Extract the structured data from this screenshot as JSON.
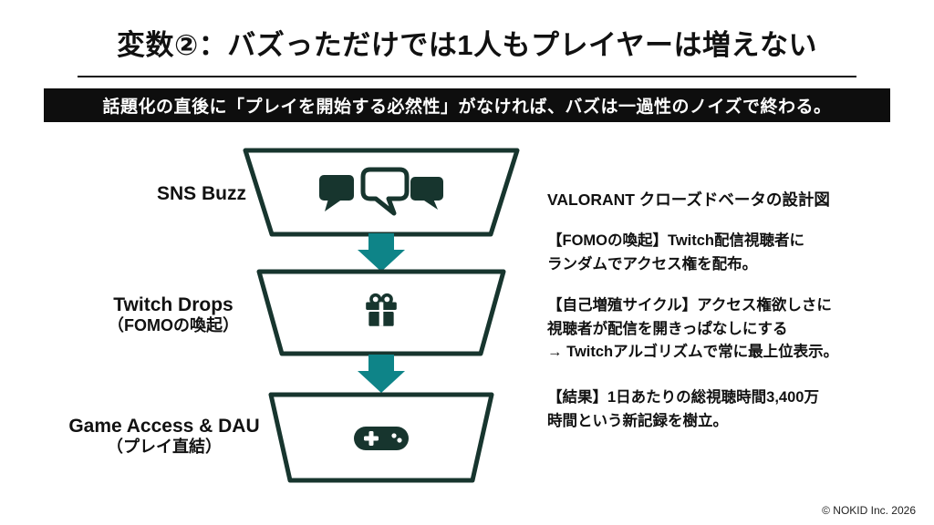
{
  "colors": {
    "accent_dark": "#17352e",
    "arrow_teal": "#0e8488",
    "banner_bg": "#0e0e0e",
    "title_text": "#111111"
  },
  "title": "変数②：バズっただけでは1人もプレイヤーは増えない",
  "banner": "話題化の直後に「プレイを開始する必然性」がなければ、バズは一過性のノイズで終わる。",
  "funnel": {
    "stages": [
      {
        "title": "SNS Buzz",
        "subtitle": "",
        "icon": "chat-bubbles-icon"
      },
      {
        "title": "Twitch Drops",
        "subtitle": "（FOMOの喚起）",
        "icon": "gift-icon"
      },
      {
        "title": "Game Access & DAU",
        "subtitle": "（プレイ直結）",
        "icon": "gamepad-icon"
      }
    ]
  },
  "right_panel": {
    "heading": "VALORANT クローズドベータの設計図",
    "paragraphs": [
      "【FOMOの喚起】Twitch配信視聴者に\nランダムでアクセス権を配布。",
      "【自己増殖サイクル】アクセス権欲しさに\n視聴者が配信を開きっぱなしにする\n→ Twitchアルゴリズムで常に最上位表示。",
      "【結果】1日あたりの総視聴時間3,400万\n時間という新記録を樹立。"
    ]
  },
  "footer": {
    "copyright": "© NOKID Inc. 2026"
  }
}
